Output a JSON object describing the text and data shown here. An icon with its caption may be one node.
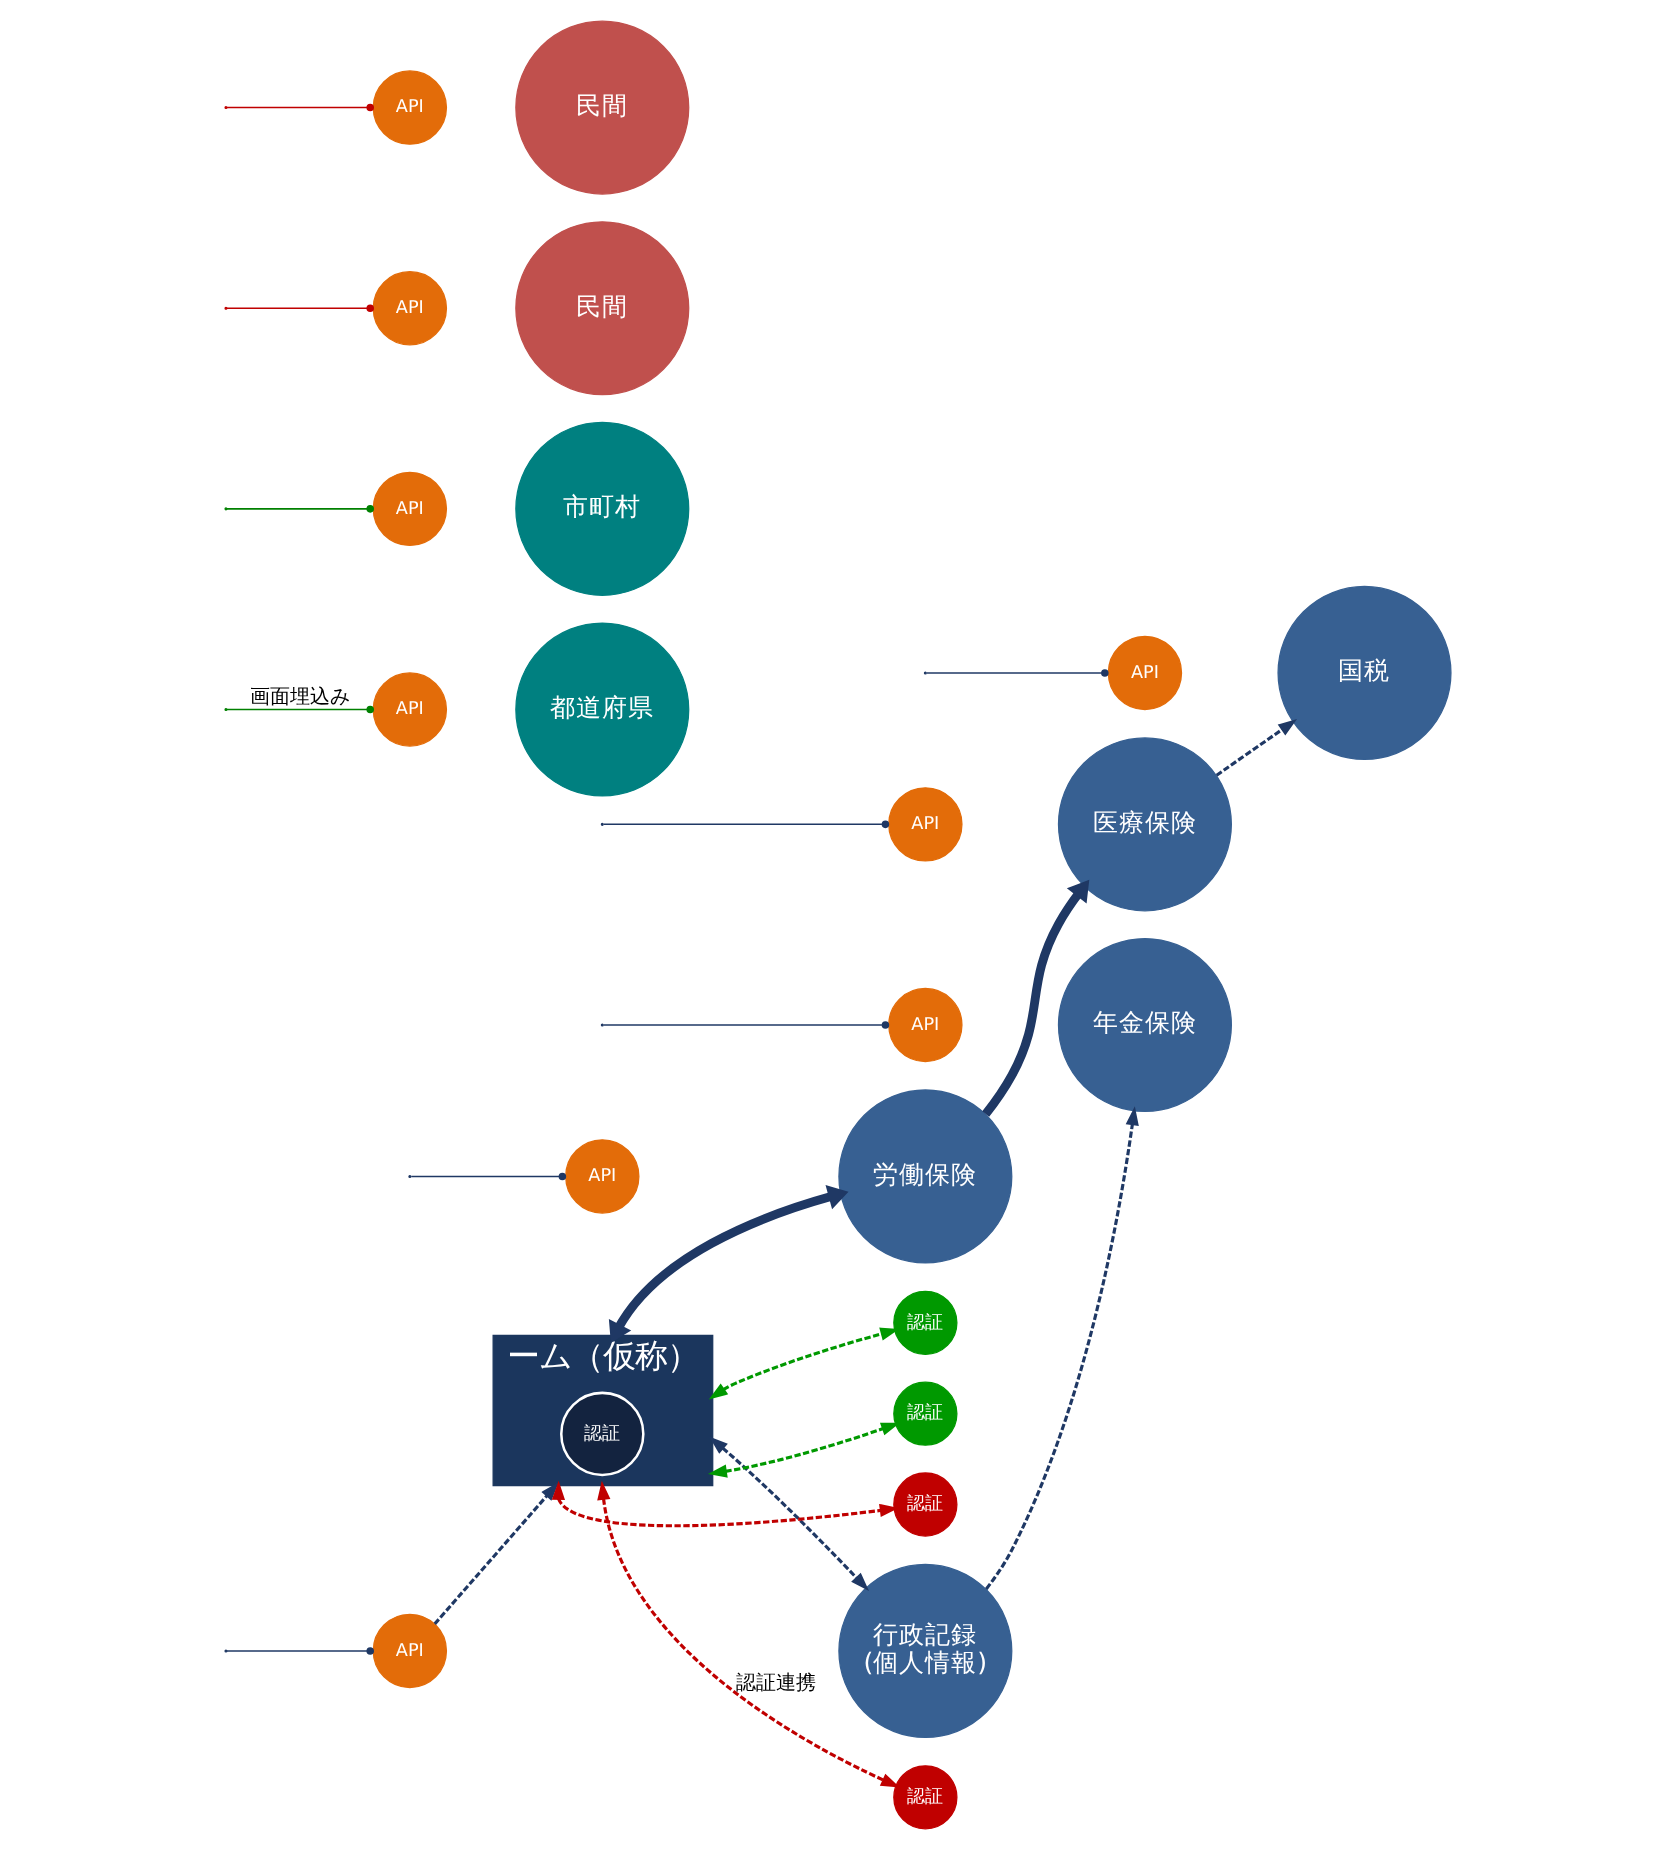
{
  "diagram": {
    "nodes": [
      {
        "text": [
          "国税"
        ]
      },
      {
        "text": [
          "API"
        ]
      },
      {
        "text": [
          "年金保険"
        ]
      },
      {
        "text": [
          "API"
        ]
      },
      {
        "text": [
          "医療保険"
        ]
      },
      {
        "text": [
          "API"
        ]
      },
      {
        "text": [
          "行政記録",
          "(個人情報)"
        ]
      },
      {
        "text": [
          "API"
        ]
      },
      {
        "text": [
          "労働保険"
        ]
      },
      {
        "text": [
          "API"
        ]
      },
      {
        "text": [
          "都道府県"
        ]
      },
      {
        "text": [
          "API"
        ]
      },
      {
        "text": [
          "認証"
        ]
      },
      {
        "text": [
          "市町村"
        ]
      },
      {
        "text": [
          "API"
        ]
      },
      {
        "text": [
          "認証"
        ]
      },
      {
        "text": [
          "民間"
        ]
      },
      {
        "text": [
          "API"
        ]
      },
      {
        "text": [
          "認証"
        ]
      },
      {
        "text": [
          "民間"
        ]
      },
      {
        "text": [
          "API"
        ]
      },
      {
        "text": [
          "認証"
        ]
      },
      {
        "text": [
          "ーム（仮称）"
        ]
      },
      {
        "text": [
          "認証"
        ],
        "in": 22
      }
    ],
    "edges": [
      {
        "from": 4,
        "to": 0,
        "arrow": "to",
        "style": "dashed"
      },
      {
        "from": 6,
        "to": 2,
        "arrow": "to",
        "style": "dashed"
      },
      {
        "from": 8,
        "to": 4,
        "arrow": "to",
        "style": "thick"
      },
      {
        "from": 22,
        "to": 8,
        "arrow": "both",
        "style": "thick"
      },
      {
        "from": 7,
        "to": 22,
        "arrow": "to",
        "style": "dashed"
      },
      {
        "from": 22,
        "to": 6,
        "arrow": "both",
        "style": "dashed"
      },
      {
        "from": 22,
        "to": 12,
        "arrow": "both",
        "style": "dashed",
        "color": "#009900"
      },
      {
        "from": 22,
        "to": 15,
        "arrow": "both",
        "style": "dashed",
        "color": "#009900"
      },
      {
        "from": 22,
        "to": 18,
        "arrow": "both",
        "style": "dashed",
        "color": "#c00000",
        "label": "認証連携"
      },
      {
        "from": 22,
        "to": 21,
        "arrow": "both",
        "style": "dashed",
        "color": "#c00000"
      },
      {
        "from": null,
        "to": 1,
        "arrow": "other"
      },
      {
        "from": null,
        "to": 3,
        "arrow": "other"
      },
      {
        "from": null,
        "to": 5,
        "arrow": "other"
      },
      {
        "from": null,
        "to": 7,
        "arrow": "other"
      },
      {
        "from": null,
        "to": 9,
        "arrow": "other"
      },
      {
        "from": null,
        "to": 11,
        "arrow": "other",
        "color": "#008000",
        "label": "画面埋込み"
      },
      {
        "from": null,
        "to": 14,
        "arrow": "other",
        "color": "#008000"
      },
      {
        "from": null,
        "to": 17,
        "arrow": "other",
        "color": "#c00000"
      },
      {
        "from": null,
        "to": 20,
        "arrow": "other",
        "color": "#c00000"
      }
    ]
  }
}
